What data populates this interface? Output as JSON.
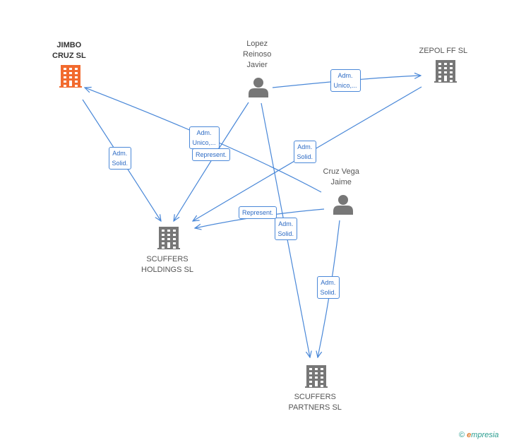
{
  "colors": {
    "edge": "#4a88d8",
    "company": "#777777",
    "highlight": "#f26a2e",
    "person": "#777777"
  },
  "nodes": {
    "jimbo": {
      "type": "company",
      "icon": "building-icon",
      "highlight": true,
      "lines": [
        "JIMBO",
        "CRUZ  SL"
      ]
    },
    "lopez": {
      "type": "person",
      "icon": "person-icon",
      "lines": [
        "Lopez",
        "Reinoso",
        "Javier"
      ]
    },
    "zepol": {
      "type": "company",
      "icon": "building-icon",
      "lines": [
        "ZEPOL FF  SL"
      ]
    },
    "cruz": {
      "type": "person",
      "icon": "person-icon",
      "lines": [
        "Cruz Vega",
        "Jaime"
      ]
    },
    "holdings": {
      "type": "company",
      "icon": "building-icon",
      "lines": [
        "SCUFFERS",
        "HOLDINGS  SL"
      ]
    },
    "partners": {
      "type": "company",
      "icon": "building-icon",
      "lines": [
        "SCUFFERS",
        "PARTNERS  SL"
      ]
    }
  },
  "edges": [
    {
      "from": "lopez",
      "to": "zepol",
      "lines": [
        "Adm.",
        "Unico,..."
      ]
    },
    {
      "from": "cruz",
      "to": "jimbo",
      "lines": [
        "Adm.",
        "Unico,..."
      ]
    },
    {
      "from": "lopez",
      "to": "holdings",
      "lines": [
        "Represent."
      ]
    },
    {
      "from": "jimbo",
      "to": "holdings",
      "lines": [
        "Adm.",
        "Solid."
      ]
    },
    {
      "from": "zepol",
      "to": "holdings",
      "lines": [
        "Adm.",
        "Solid."
      ]
    },
    {
      "from": "cruz",
      "to": "holdings",
      "lines": [
        "Represent."
      ]
    },
    {
      "from": "lopez",
      "to": "partners",
      "lines": [
        "Adm.",
        "Solid."
      ]
    },
    {
      "from": "cruz",
      "to": "partners",
      "lines": [
        "Adm.",
        "Solid."
      ]
    }
  ],
  "footer": {
    "copyright": "©",
    "brand_initial": "e",
    "brand_rest": "mpresia"
  }
}
